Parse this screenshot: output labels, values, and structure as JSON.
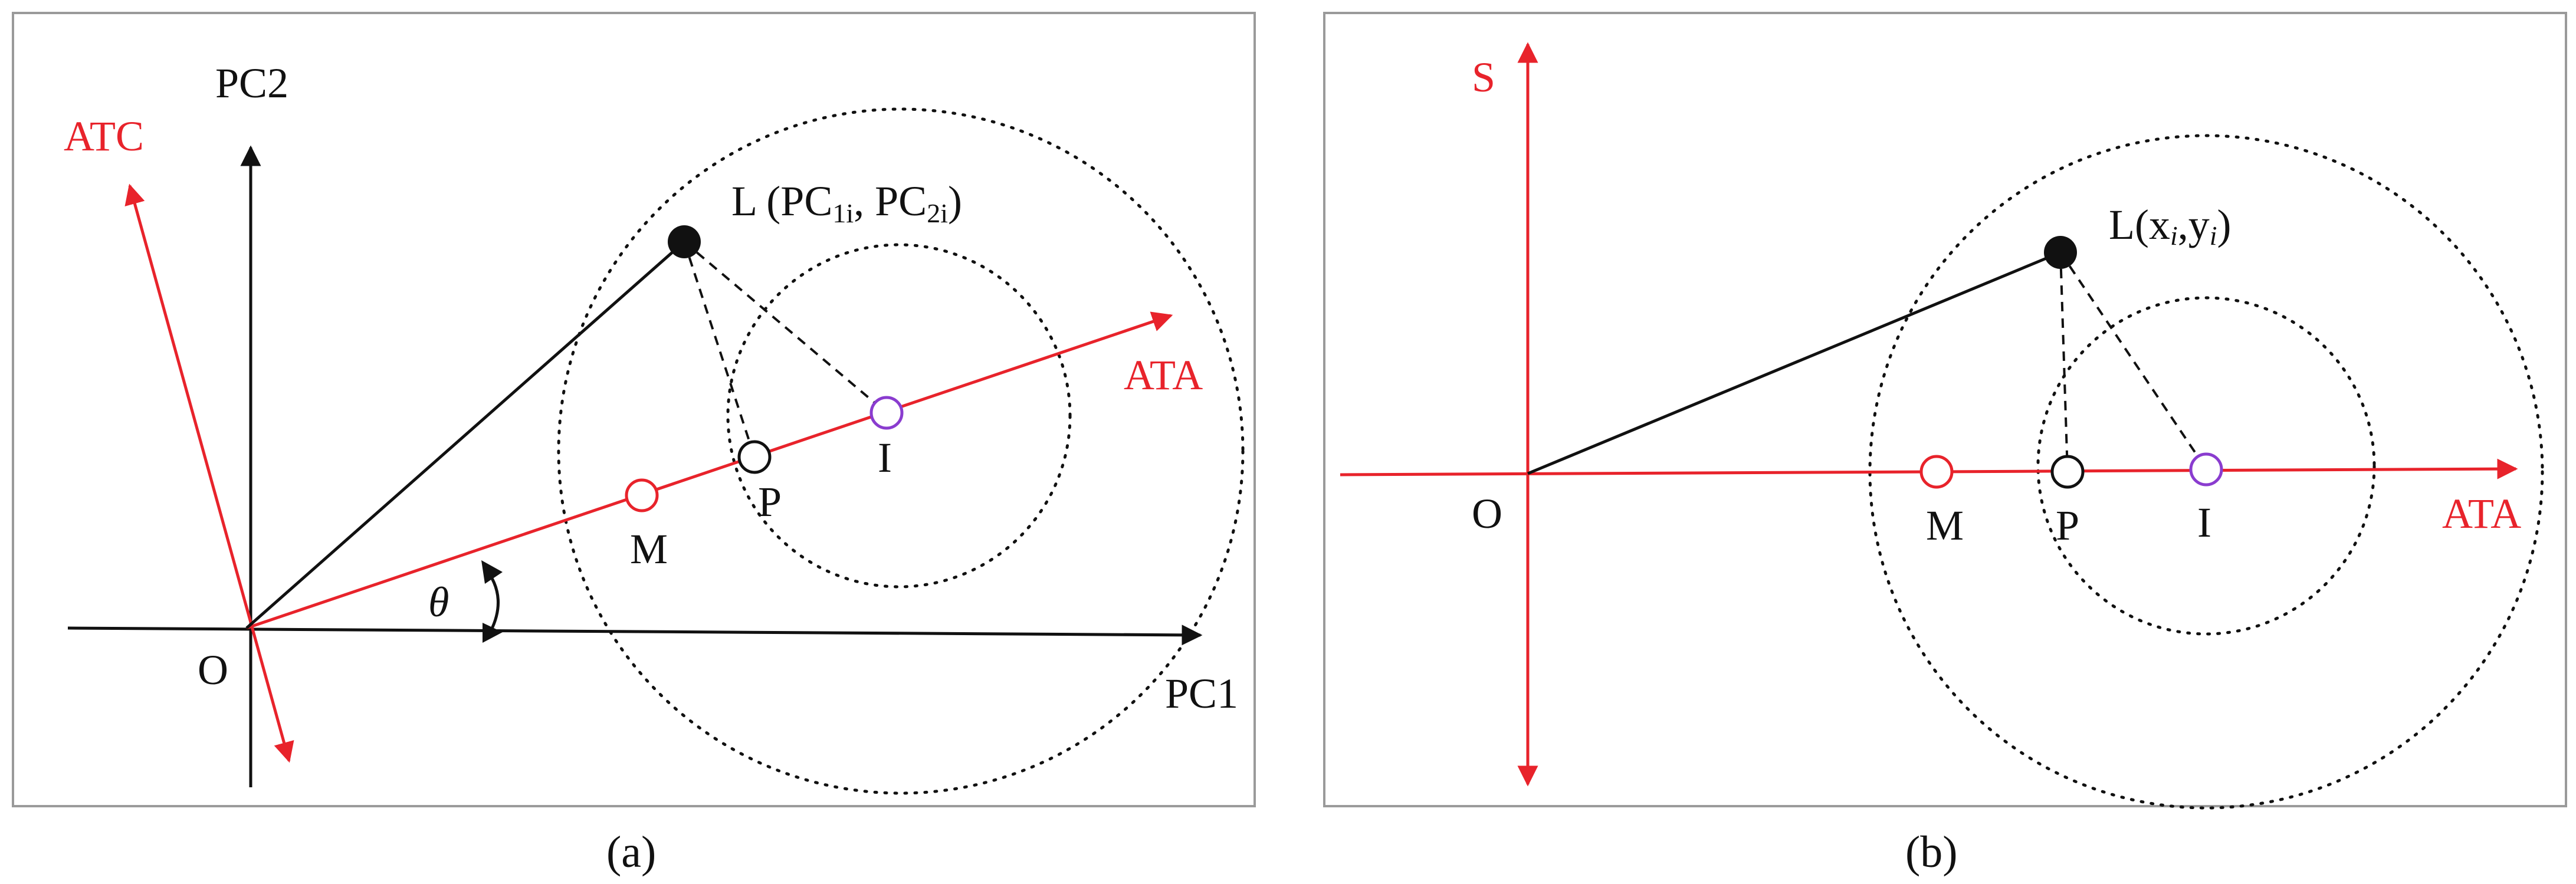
{
  "colors": {
    "axis_black": "#111111",
    "axis_red": "#e8232b",
    "marker_i": "#8a3ccf",
    "frame": "#9a9a9a"
  },
  "panel_a": {
    "caption": "(a)",
    "labels": {
      "pc1": "PC1",
      "pc2": "PC2",
      "atc": "ATC",
      "ata": "ATA",
      "origin": "O",
      "theta": "θ",
      "m": "M",
      "p": "P",
      "i": "I",
      "l_prefix": "L (PC",
      "l_sub1": "1i",
      "l_mid": ", PC",
      "l_sub2": "2i",
      "l_suffix": ")"
    }
  },
  "panel_b": {
    "caption": "(b)",
    "labels": {
      "s": "S",
      "ata": "ATA",
      "origin": "O",
      "m": "M",
      "p": "P",
      "i": "I",
      "l_prefix": "L(x",
      "l_sub1": "i",
      "l_mid": ",y",
      "l_sub2": "i",
      "l_suffix": ")"
    }
  }
}
